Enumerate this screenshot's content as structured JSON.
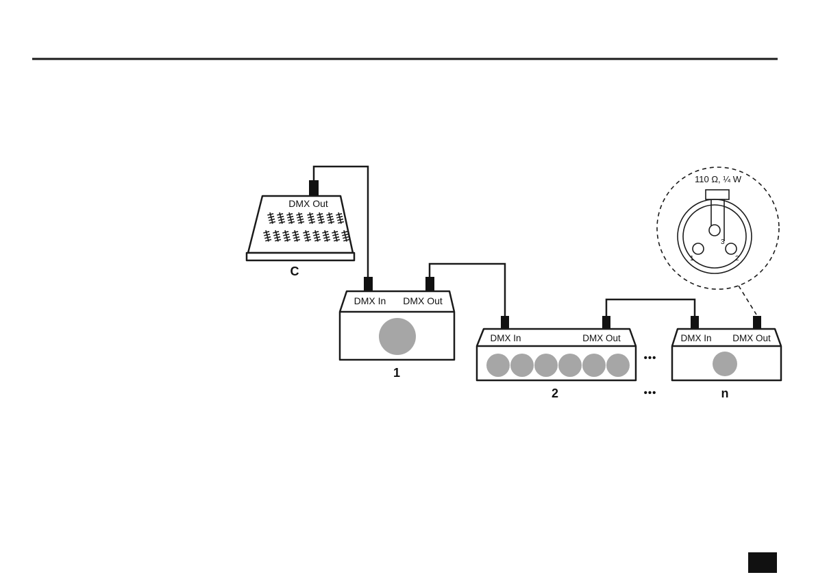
{
  "diagram": {
    "controller": {
      "out_label": "DMX Out",
      "name_label": "C"
    },
    "fixture1": {
      "in_label": "DMX In",
      "out_label": "DMX Out",
      "name_label": "1"
    },
    "fixture2": {
      "in_label": "DMX In",
      "out_label": "DMX Out",
      "name_label": "2"
    },
    "fixtureN": {
      "in_label": "DMX In",
      "out_label": "DMX Out",
      "name_label": "n"
    },
    "ellipsis_top": "•••",
    "ellipsis_bottom": "•••",
    "terminator": {
      "value_label": "110 Ω, ¼ W",
      "pin1": "1",
      "pin2": "2",
      "pin3": "3"
    }
  }
}
